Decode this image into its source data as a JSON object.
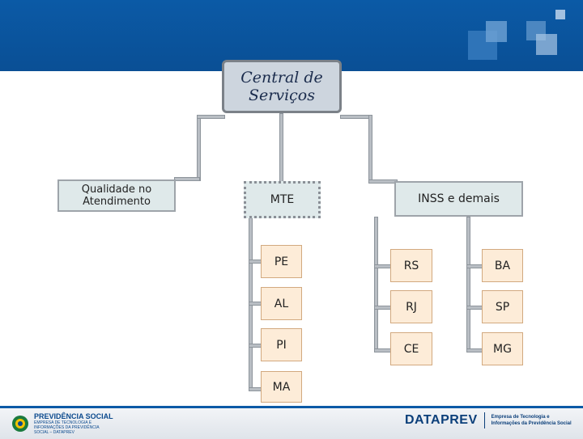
{
  "central": {
    "line1": "Central de",
    "line2": "Serviços"
  },
  "qualidade": {
    "line1": "Qualidade no",
    "line2": "Atendimento"
  },
  "mte": {
    "label": "MTE",
    "cities": [
      "PE",
      "AL",
      "PI",
      "MA"
    ]
  },
  "inss": {
    "label": "INSS e demais",
    "col1": [
      "RS",
      "RJ",
      "CE"
    ],
    "col2": [
      "BA",
      "SP",
      "MG"
    ]
  },
  "footer": {
    "left_title": "PREVIDÊNCIA SOCIAL",
    "left_sub": "EMPRESA DE TECNOLOGIA E INFORMAÇÕES DA PREVIDÊNCIA SOCIAL – DATAPREV",
    "right_name": "DATAPREV",
    "right_desc": "Empresa de Tecnologia e Informações da Previdência Social"
  }
}
